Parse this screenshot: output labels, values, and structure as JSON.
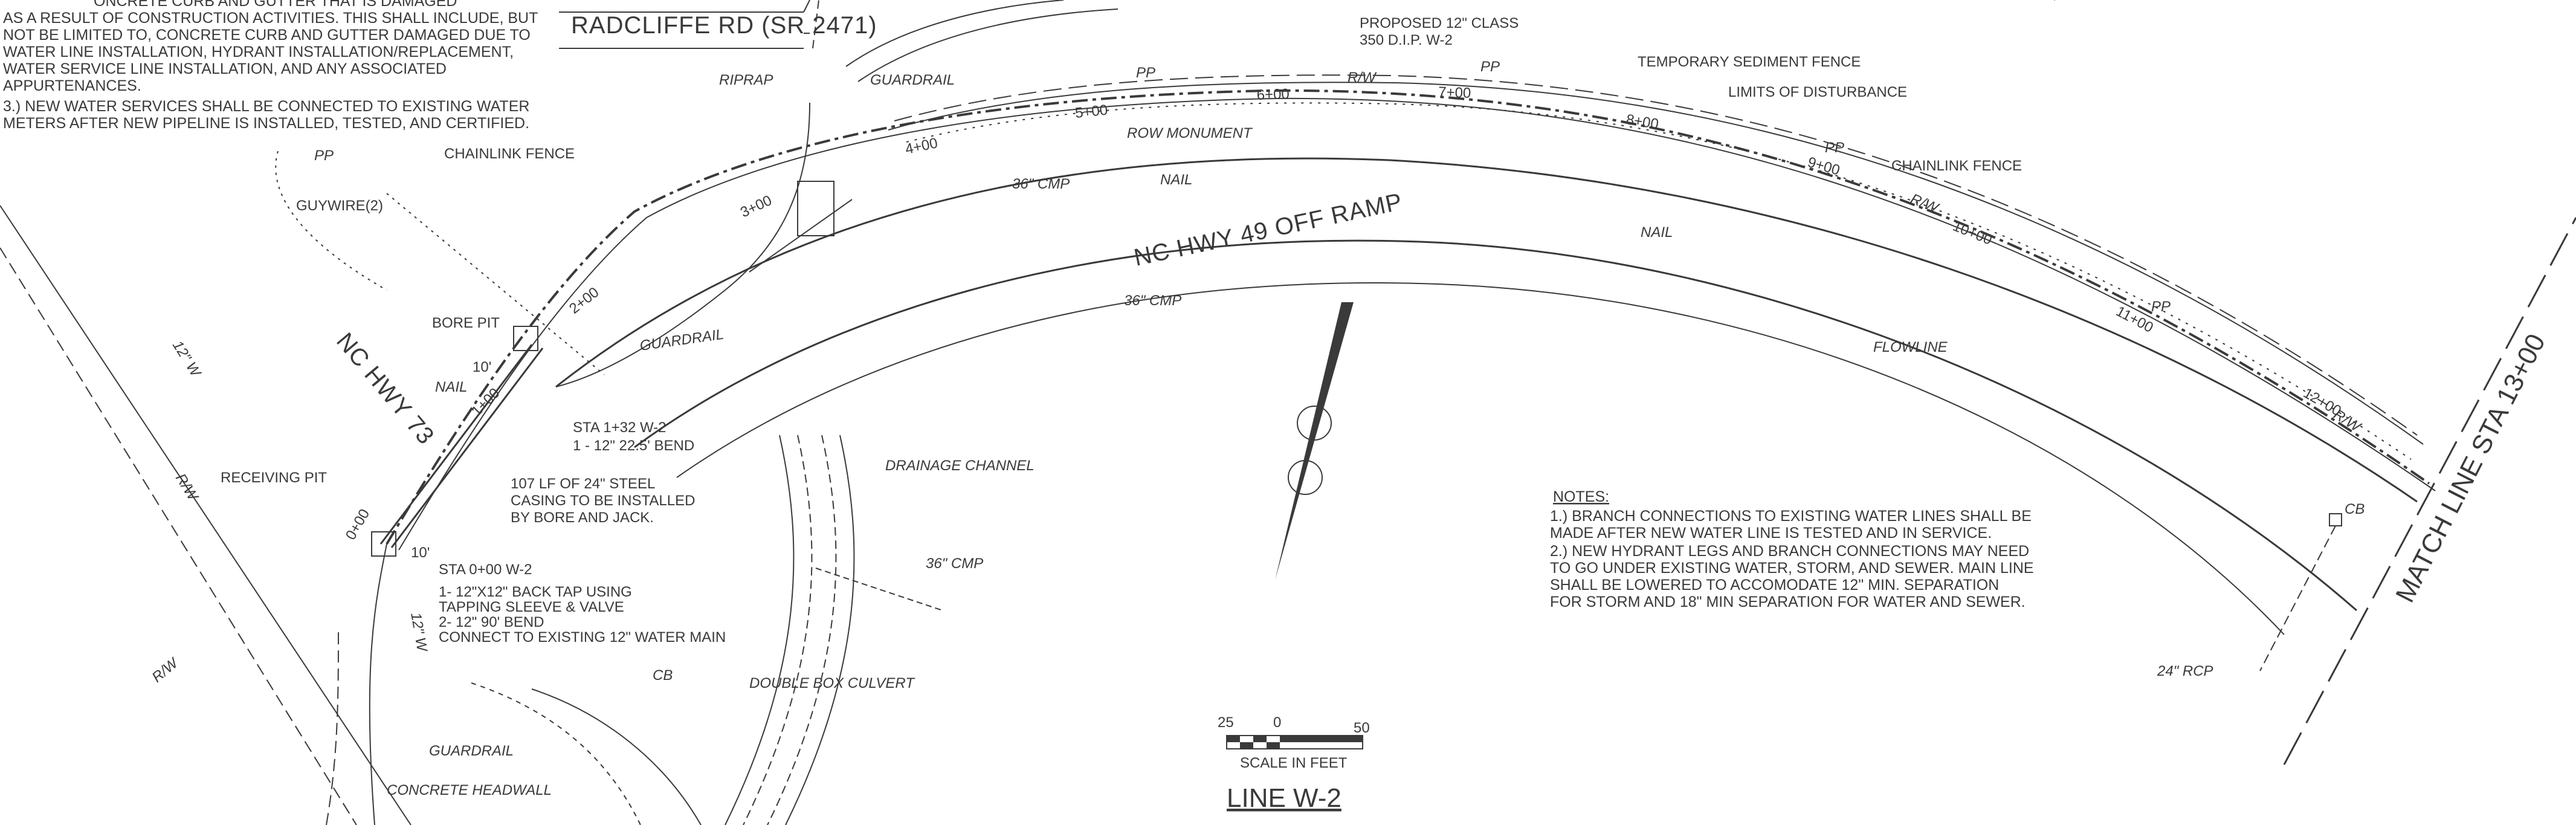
{
  "top_notes": {
    "lines": [
      "AS A RESULT OF CONSTRUCTION ACTIVITIES. THIS SHALL INCLUDE, BUT",
      "NOT BE LIMITED TO, CONCRETE CURB AND GUTTER DAMAGED DUE TO",
      "WATER LINE INSTALLATION, HYDRANT INSTALLATION/REPLACEMENT,",
      "WATER SERVICE LINE INSTALLATION, AND ANY ASSOCIATED",
      "APPURTENANCES.",
      "3.) NEW WATER SERVICES SHALL BE CONNECTED TO EXISTING WATER",
      "METERS AFTER NEW PIPELINE IS INSTALLED, TESTED, AND CERTIFIED."
    ],
    "partial_first_line": "ONCRETE CURB AND GUTTER THAT IS DAMAGED"
  },
  "roads": {
    "radcliffe": "RADCLIFFE RD (SR 2471)",
    "nc73": "NC HWY 73",
    "nc49": "NC HWY 49 OFF RAMP"
  },
  "labels": {
    "proposed_1": "PROPOSED 12\" CLASS",
    "proposed_2": "350 D.I.P. W-2",
    "temp_fence": "TEMPORARY SEDIMENT FENCE",
    "limits": "LIMITS OF DISTURBANCE",
    "chainlink_right": "CHAINLINK FENCE",
    "chainlink_left": "CHAINLINK FENCE",
    "row_monument": "ROW MONUMENT",
    "riprap": "RIPRAP",
    "guardrail_top": "GUARDRAIL",
    "guardrail_mid": "GUARDRAIL",
    "guardrail_bottom": "GUARDRAIL",
    "concrete_headwall": "CONCRETE HEADWALL",
    "cmp_1": "36\" CMP",
    "cmp_2": "36\" CMP",
    "cmp_3": "36\" CMP",
    "nail_1": "NAIL",
    "nail_2": "NAIL",
    "nail_3": "NAIL",
    "guywire": "GUYWIRE(2)",
    "pp_1": "PP",
    "pp_2": "PP",
    "pp_3": "PP",
    "pp_4": "PP",
    "pp_5": "PP",
    "rw_1": "R/W",
    "rw_2": "R/W",
    "rw_3": "R/W",
    "rw_4": "R/W",
    "rw_5": "R/W",
    "w_1": "12\" W",
    "w_2": "12\" W",
    "bore_pit": "BORE PIT",
    "receiving_pit": "RECEIVING PIT",
    "sta_132": "STA 1+32 W-2",
    "bend_225": "1 - 12\" 22.5' BEND",
    "casing_1": "107 LF OF 24\" STEEL",
    "casing_2": "CASING TO BE INSTALLED",
    "casing_3": "BY BORE AND JACK.",
    "sta_000": "STA 0+00 W-2",
    "tap_1": "1- 12\"X12\" BACK TAP USING",
    "tap_2": "TAPPING SLEEVE & VALVE",
    "tap_3": "2- 12\" 90' BEND",
    "tap_4": "CONNECT TO EXISTING 12\" WATER MAIN",
    "drainage_channel": "DRAINAGE CHANNEL",
    "double_box": "DOUBLE BOX CULVERT",
    "flowline": "FLOWLINE",
    "cb_1": "CB",
    "cb_2": "CB",
    "rcp": "24\" RCP",
    "match_line": "MATCH LINE STA 13+00",
    "dim_10a": "10'",
    "dim_10b": "10'"
  },
  "stations": [
    "0+00",
    "1+00",
    "2+00",
    "3+00",
    "4+00",
    "5+00",
    "6+00",
    "7+00",
    "8+00",
    "9+00",
    "10+00",
    "11+00",
    "12+00"
  ],
  "notes": {
    "heading": "NOTES:",
    "lines": [
      "1.) BRANCH CONNECTIONS TO EXISTING WATER LINES SHALL BE",
      "MADE AFTER NEW WATER LINE IS TESTED AND IN SERVICE.",
      "2.) NEW HYDRANT LEGS AND BRANCH CONNECTIONS MAY NEED",
      "TO GO UNDER EXISTING WATER, STORM, AND SEWER. MAIN LINE",
      "SHALL BE LOWERED TO ACCOMODATE 12\" MIN. SEPARATION",
      "FOR STORM AND 18\" MIN SEPARATION FOR WATER AND SEWER."
    ]
  },
  "scale": {
    "tick_25": "25",
    "tick_0": "0",
    "tick_50": "50",
    "caption": "SCALE IN FEET"
  },
  "title": "LINE W-2",
  "colors": {
    "ink": "#3a3a3a",
    "paper": "#ffffff"
  }
}
